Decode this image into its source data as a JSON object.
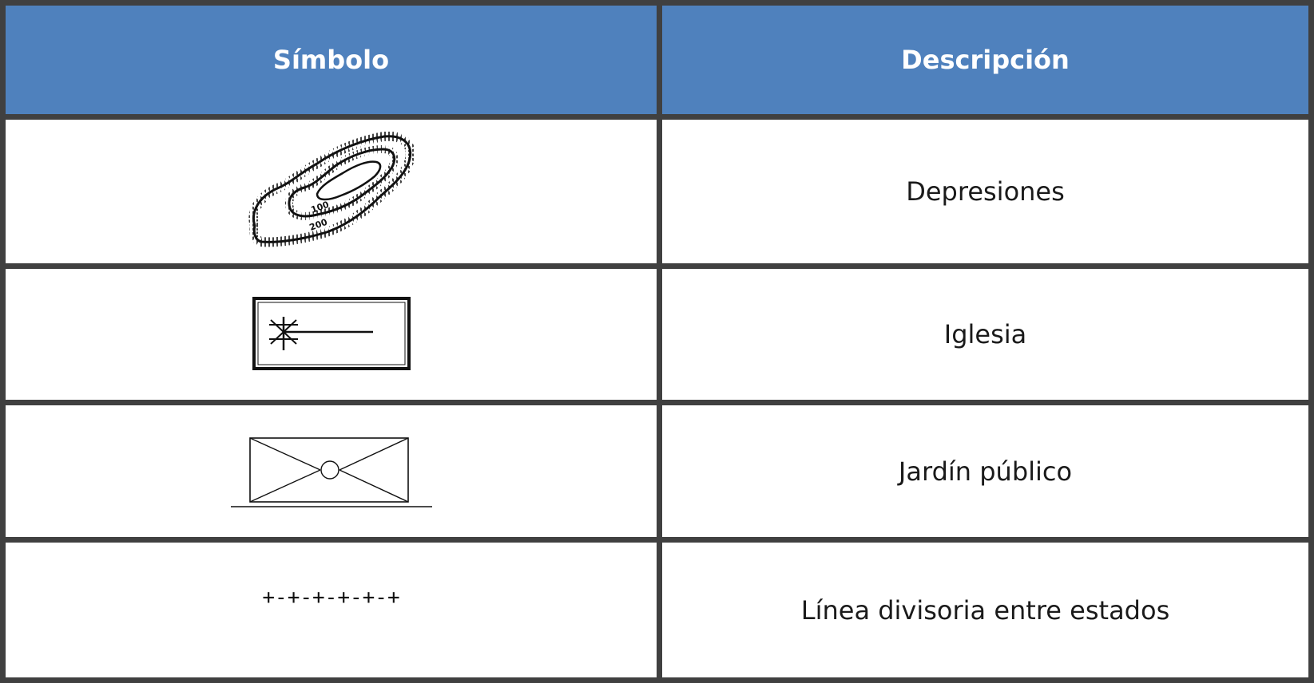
{
  "table": {
    "headers": {
      "symbol": "Símbolo",
      "description": "Descripción"
    },
    "rows": [
      {
        "icon": "depression-contour-icon",
        "description": "Depresiones"
      },
      {
        "icon": "church-icon",
        "description": "Iglesia"
      },
      {
        "icon": "public-garden-icon",
        "description": "Jardín público"
      },
      {
        "icon": "state-boundary-line-icon",
        "symbol_text": "+-+-+-+-+-+",
        "description": "Línea divisoria entre estados"
      }
    ]
  },
  "colors": {
    "header_bg": "#4f81bd",
    "header_text": "#ffffff",
    "border": "#404040"
  }
}
